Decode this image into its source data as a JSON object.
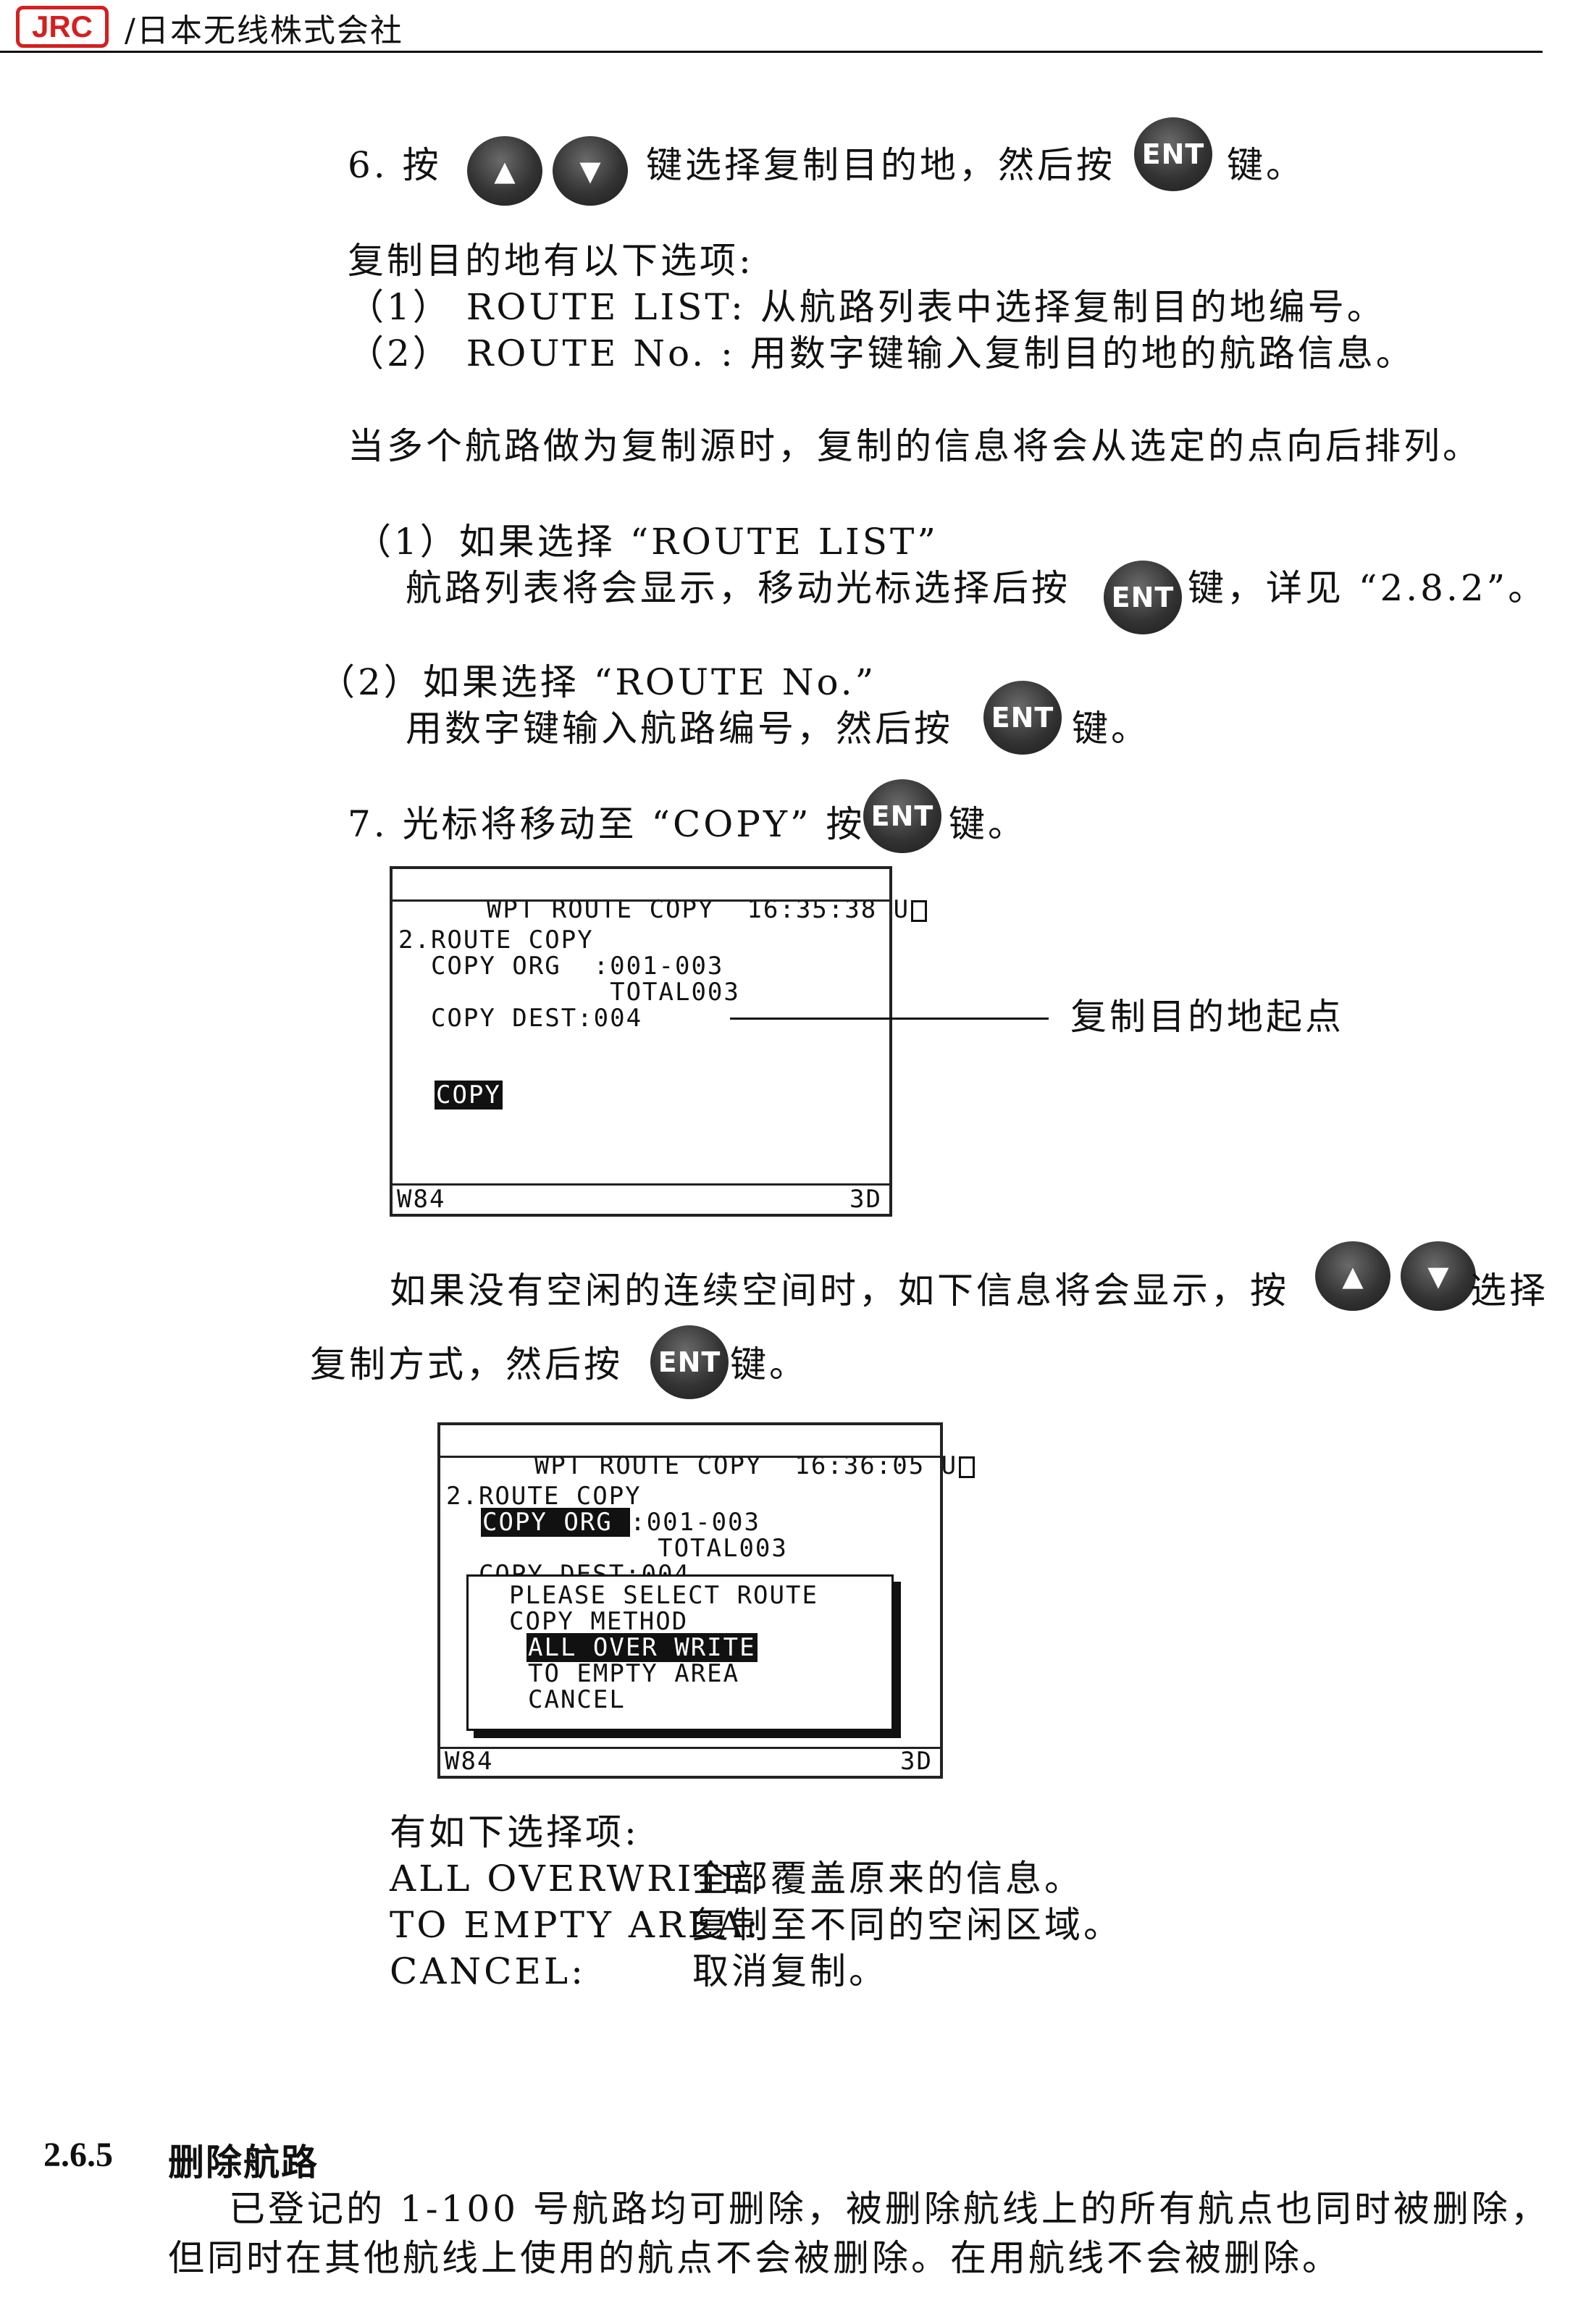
{
  "header": {
    "logo": "JRC",
    "company": "/日本无线株式会社"
  },
  "keys": {
    "ent": "ENT",
    "up": "▲",
    "down": "▼"
  },
  "step6": {
    "prefix": "6. 按",
    "mid": "键选择复制目的地，然后按",
    "suffix": "键。"
  },
  "dest_options": {
    "intro": "复制目的地有以下选项:",
    "opt1": "（1） ROUTE LIST: 从航路列表中选择复制目的地编号。",
    "opt2": "（2） ROUTE No. : 用数字键输入复制目的地的航路信息。"
  },
  "multi_source": "当多个航路做为复制源时，复制的信息将会从选定的点向后排列。",
  "case1": {
    "heading": "（1）如果选择 “ROUTE LIST”",
    "line_pre": "航路列表将会显示，移动光标选择后按",
    "line_post": "键，详见 “2.8.2”。"
  },
  "case2": {
    "heading": "（2）如果选择 “ROUTE No.”",
    "line_pre": "用数字键输入航路编号，然后按",
    "line_post": "键。"
  },
  "step7": {
    "pre": "7. 光标将移动至 “COPY” 按",
    "post": "键。"
  },
  "screen1": {
    "title": "WPT ROUTE COPY  16:35:38 U",
    "line1": "2.ROUTE COPY",
    "line2": "  COPY ORG  :001-003",
    "line3": "             TOTAL003",
    "line4": "  COPY DEST:004",
    "copy_btn": "COPY",
    "footer_left": "W84",
    "footer_right": "3D"
  },
  "callout": "复制目的地起点",
  "no_space": {
    "line1_pre": "如果没有空闲的连续空间时，如下信息将会显示，按",
    "line1_post": "选择",
    "line2_pre": "复制方式，然后按",
    "line2_post": "键。"
  },
  "screen2": {
    "title": "WPT ROUTE COPY  16:36:05 U",
    "line1": "2.ROUTE COPY",
    "copy_org_label": "COPY ORG ",
    "copy_org_value": ":001-003",
    "line3": "             TOTAL003",
    "line4_partial": "  COPY DEST:004",
    "popup_line1": "PLEASE SELECT ROUTE",
    "popup_line2": "COPY METHOD",
    "popup_opt1": "ALL OVER WRITE",
    "popup_opt2": "TO EMPTY AREA",
    "popup_opt3": "CANCEL",
    "footer_left": "W84",
    "footer_right": "3D"
  },
  "choices": {
    "intro": "有如下选择项:",
    "items": [
      {
        "label": "ALL OVERWRITE:",
        "desc": "全部覆盖原来的信息。"
      },
      {
        "label": "TO EMPTY AREA:",
        "desc": "复制至不同的空闲区域。"
      },
      {
        "label": "CANCEL:",
        "desc": "取消复制。"
      }
    ]
  },
  "section": {
    "number": "2.6.5",
    "title": "删除航路",
    "para1": "已登记的 1-100 号航路均可删除，被删除航线上的所有航点也同时被删除，",
    "para2": "但同时在其他航线上使用的航点不会被删除。在用航线不会被删除。"
  }
}
